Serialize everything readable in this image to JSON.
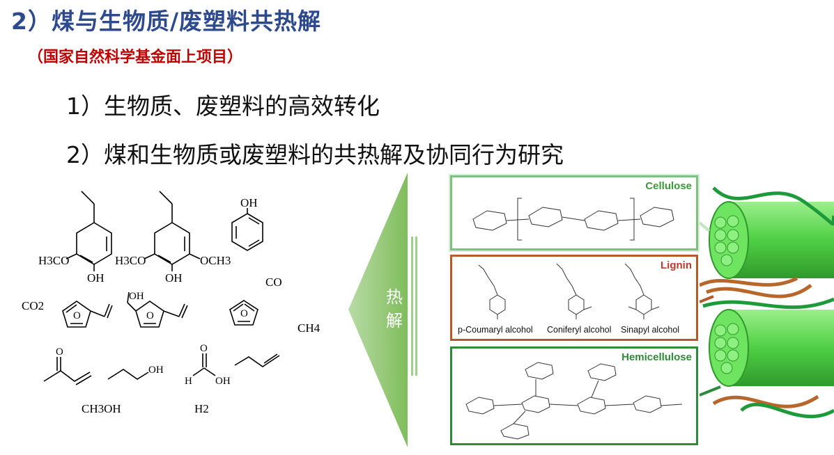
{
  "heading": {
    "title": "2）煤与生物质/废塑料共热解",
    "subtitle": "（国家自然科学基金面上项目）"
  },
  "bullets": [
    "1）生物质、废塑料的高效转化",
    "2）煤和生物质或废塑料的共热解及协同行为研究"
  ],
  "products": {
    "h3co_left": "H3CO",
    "h3co_mid": "H3CO",
    "och3": "OCH3",
    "oh_guaiacol": "OH",
    "oh_syringol": "OH",
    "oh_phenol": "OH",
    "co": "CO",
    "co2": "CO2",
    "ch4": "CH4",
    "ch3oh": "CH3OH",
    "h2": "H2",
    "furfural_o": "O",
    "hmf_oh": "OH",
    "hmf_o": "O",
    "furan_o": "O",
    "butenone_o": "O",
    "propanol_oh": "OH",
    "formic_h": "H",
    "formic_o": "O",
    "formic_oh": "OH"
  },
  "arrow_label": [
    "热",
    "解"
  ],
  "panels": {
    "cellulose": "Cellulose",
    "lignin": "Lignin",
    "hemicellulose": "Hemicellulose",
    "lignin_monomers": [
      "p-Coumaryl alcohol",
      "Coniferyl alcohol",
      "Sinapyl alcohol"
    ]
  },
  "colors": {
    "title": "#2e4a8f",
    "subtitle": "#c00000",
    "arrow": "#8cc46c",
    "cellulose_border": "#7fbf7f",
    "lignin_border": "#b55a2a",
    "hemicellulose_border": "#2e8b3a",
    "fiber_green": "#5fd35a",
    "fiber_brown": "#b8662a"
  }
}
